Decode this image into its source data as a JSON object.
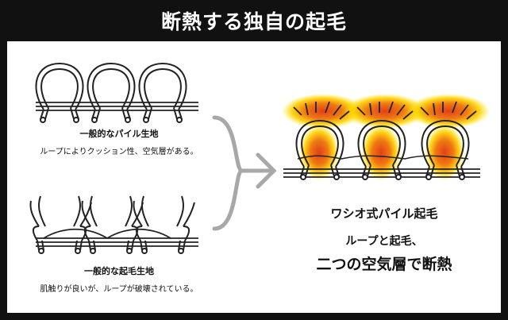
{
  "title": "断熱する独自の起毛",
  "regular_pile": {
    "name": "一般的なパイル生地",
    "desc": "ループによりクッション性、空気層がある。"
  },
  "regular_raised": {
    "name": "一般的な起毛生地",
    "desc": "肌触りが良いが、ループが破壊されている。"
  },
  "washio_pile": {
    "name": "ワシオ式パイル起毛",
    "desc_line1": "ループと起毛、",
    "desc_line2": "二つの空気層で断熱"
  },
  "colors": {
    "frame": "#111111",
    "glow_inner": "#e8501a",
    "glow_outer": "#ffd000",
    "arrow": "#a8a8a8"
  }
}
